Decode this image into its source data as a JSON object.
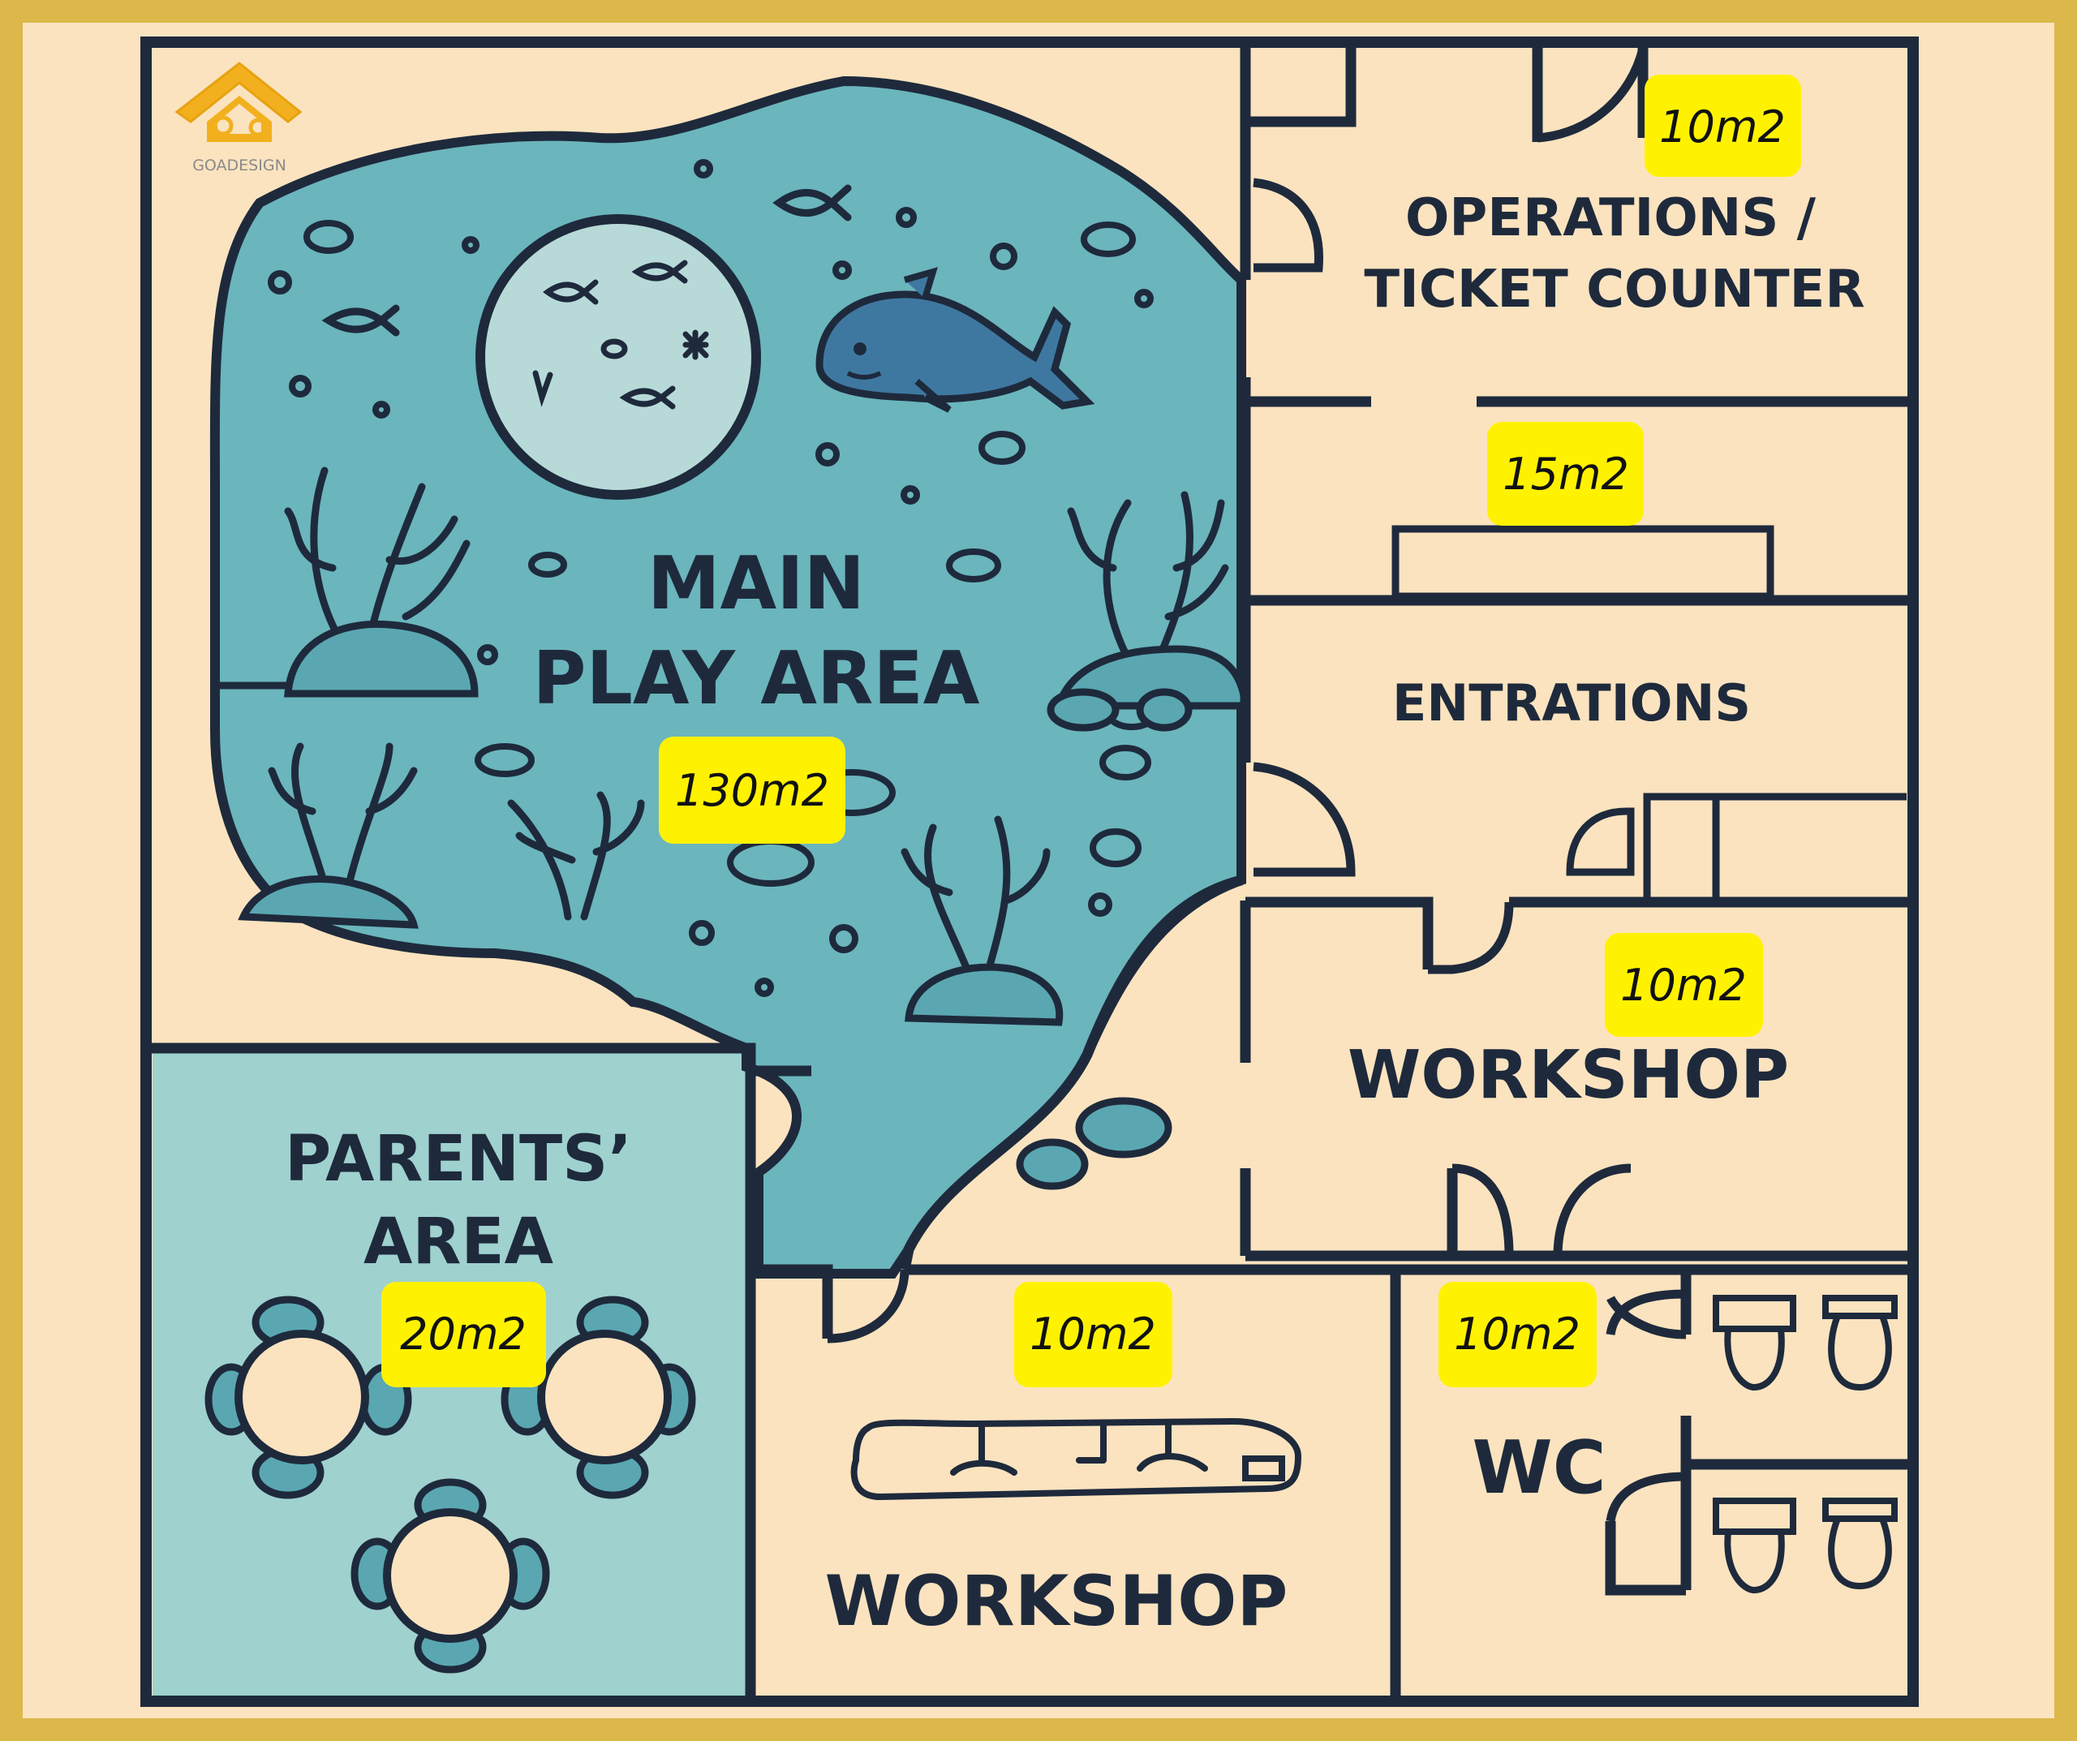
{
  "brand": {
    "logo_text": "GOADESIGN",
    "logo_icon": "goa-design-logo-icon"
  },
  "colors": {
    "frame": "#dcb84a",
    "floor": "#fbe3bf",
    "water": "#6bb5bd",
    "parents_area": "#9fd1cf",
    "walls": "#1e2a3c",
    "tag": "#fff200"
  },
  "rooms": {
    "main_play_area": {
      "line1": "MAIN",
      "line2": "PLAY AREA",
      "area": "130m2"
    },
    "operations": {
      "line1": "OPERATIONS /",
      "line2": "TICKET COUNTER",
      "area": "10m2"
    },
    "counter_room": {
      "area": "15m2"
    },
    "entrations": {
      "label": "ENTRATIONS"
    },
    "workshop_right": {
      "label": "WORKSHOP",
      "area": "10m2"
    },
    "parents_area": {
      "line1": "PARENTS’",
      "line2": "AREA",
      "area": "20m2"
    },
    "workshop_bottom": {
      "label": "WORKSHOP",
      "area": "10m2"
    },
    "wc": {
      "label": "WC",
      "area": "10m2"
    }
  }
}
